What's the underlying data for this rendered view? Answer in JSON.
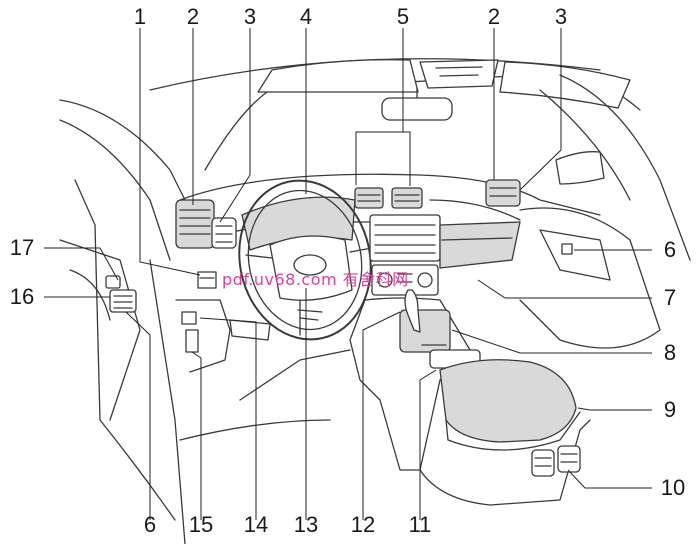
{
  "callouts": {
    "c1": "1",
    "c2_left": "2",
    "c3_left": "3",
    "c4": "4",
    "c5": "5",
    "c2_right": "2",
    "c3_right": "3",
    "c6_right": "6",
    "c7": "7",
    "c8": "8",
    "c9": "9",
    "c10": "10",
    "c11": "11",
    "c12": "12",
    "c13": "13",
    "c14": "14",
    "c15": "15",
    "c6_bottom": "6",
    "c16": "16",
    "c17": "17"
  },
  "watermark": "pdf.uv68.com 有舍科网",
  "colors": {
    "line": "#333333",
    "callout_line": "#222222",
    "shade": "#d9d9d9",
    "watermark": "#e0409a"
  }
}
